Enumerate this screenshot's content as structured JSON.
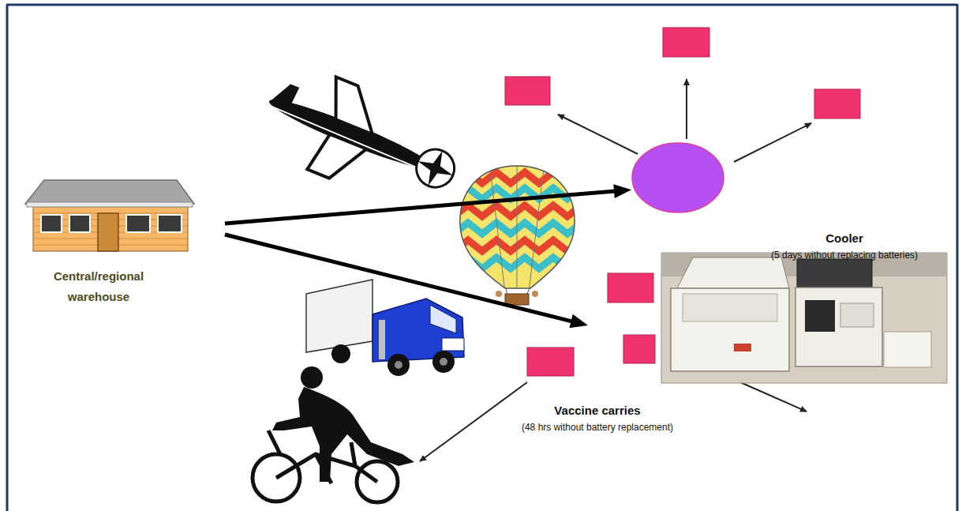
{
  "diagram": {
    "nodes": [
      {
        "text": [
          "Central/regional warehouse"
        ]
      },
      {
        "text": [
          "Cooler",
          "(5 days without replacing batteries)"
        ]
      },
      {
        "text": [
          "Vaccine carries",
          "(48 hrs without battery replacement)"
        ]
      }
    ],
    "edges": [
      {
        "from": 0,
        "to": 1,
        "arrow": "to"
      },
      {
        "from": 0,
        "to": 2,
        "arrow": "to"
      }
    ]
  }
}
